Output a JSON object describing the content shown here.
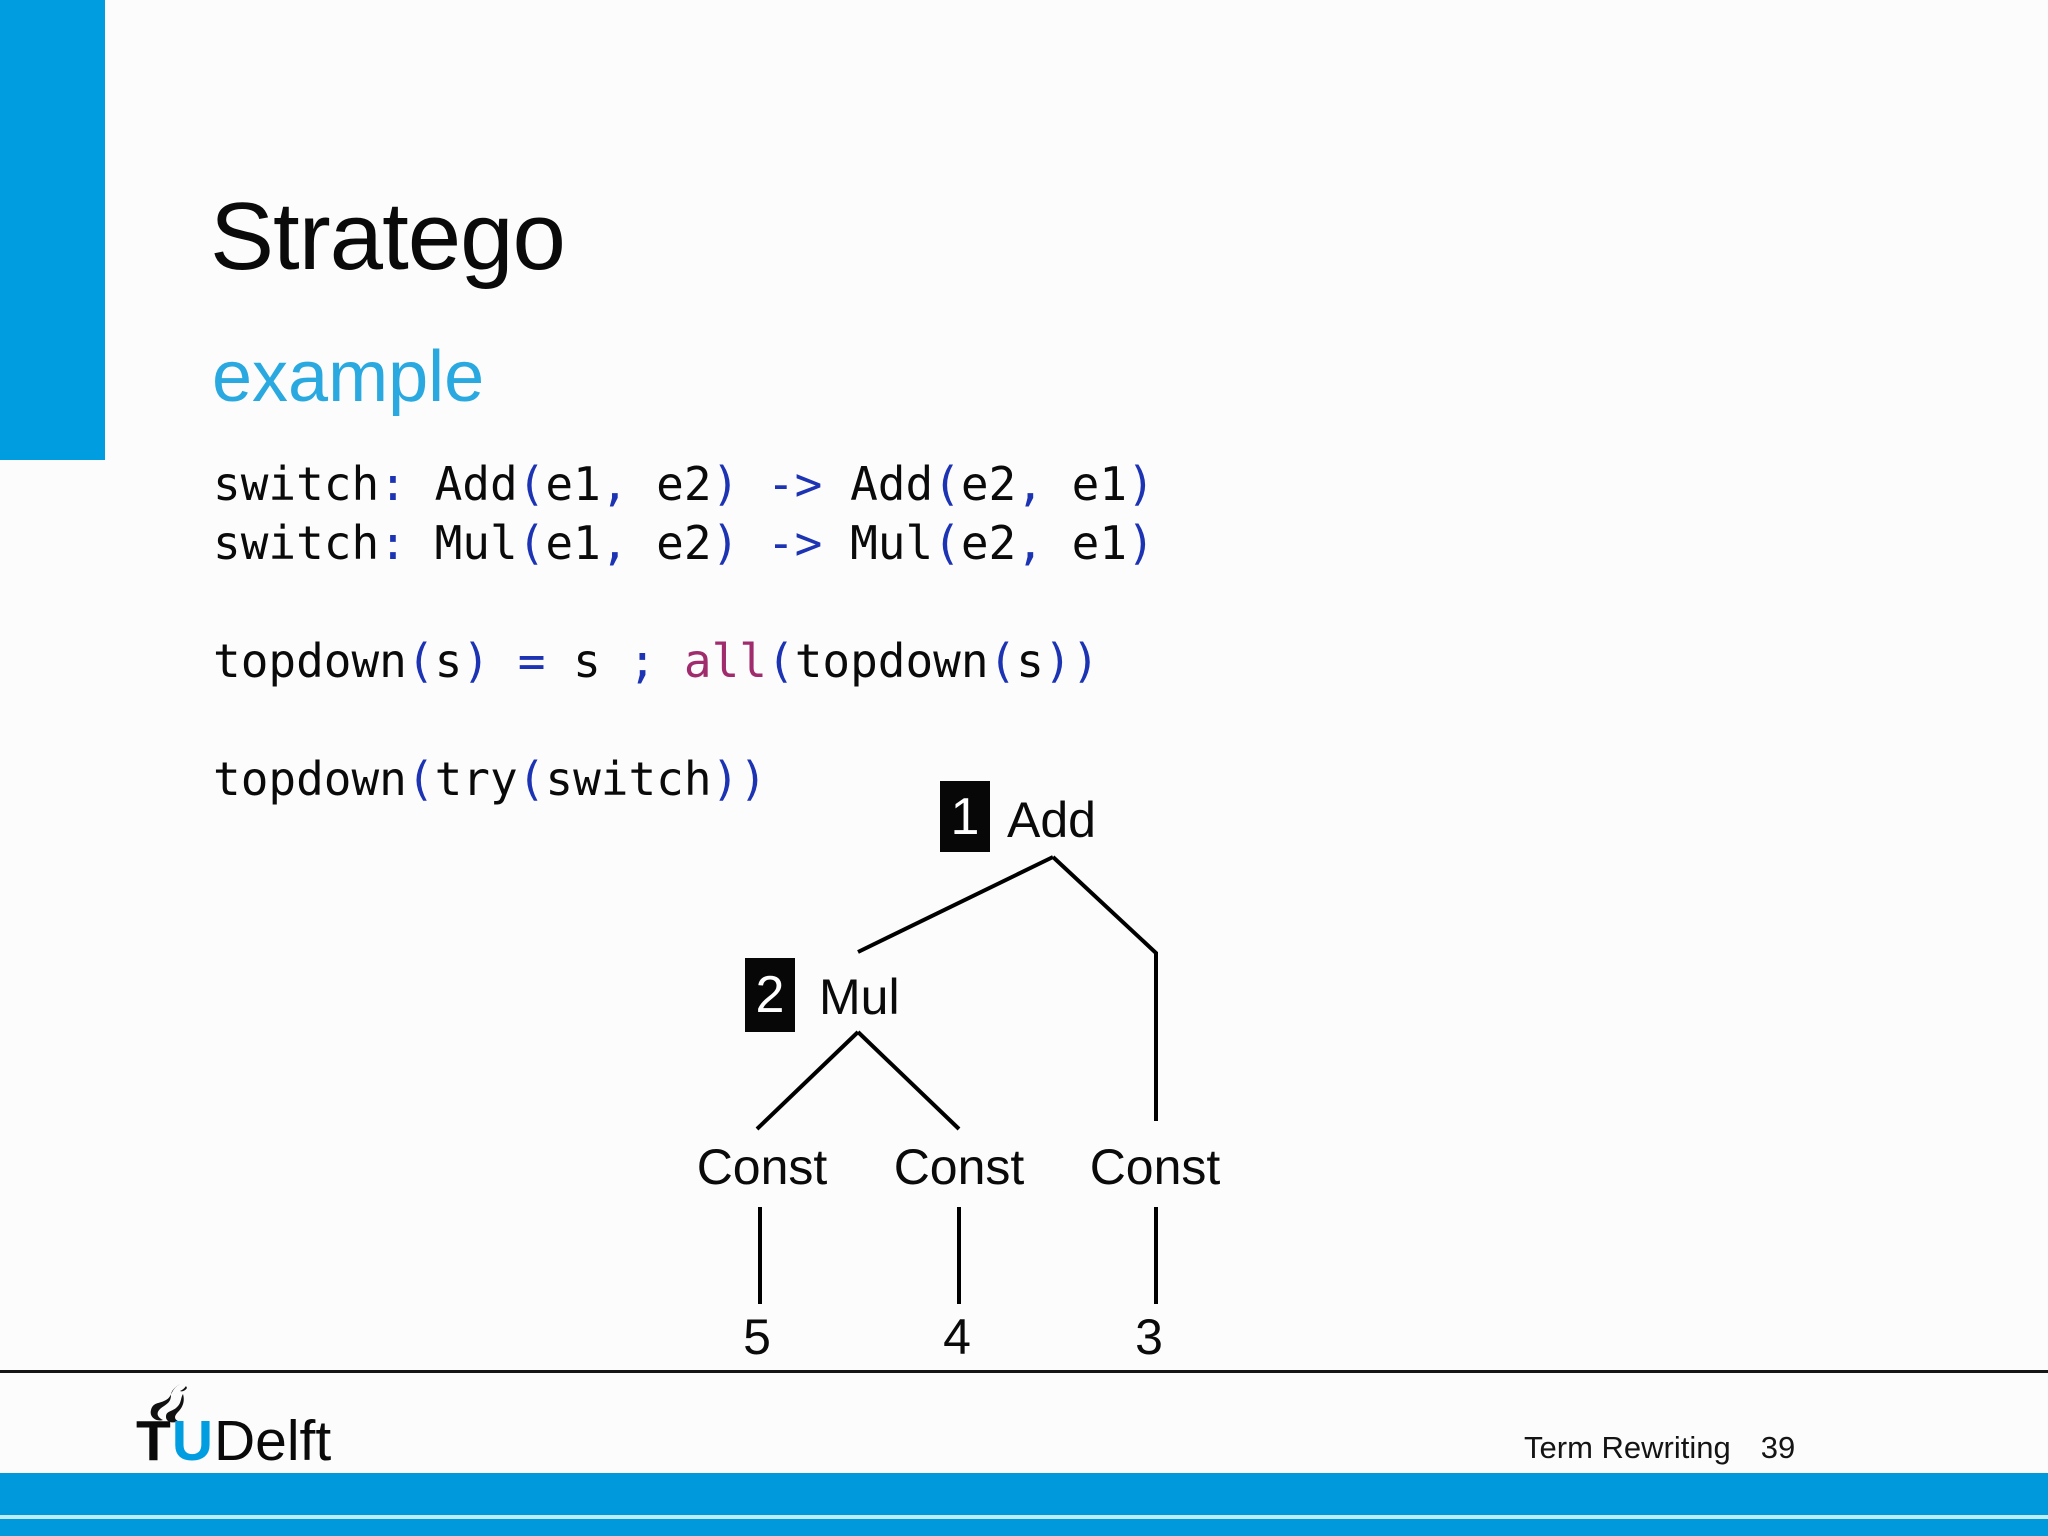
{
  "slide": {
    "title": "Stratego",
    "subtitle": "example"
  },
  "colors": {
    "accent_blue": "#009de1",
    "subtitle_blue": "#2aa9e1",
    "code_punct": "#1c33b3",
    "code_keyword": "#a02c6e",
    "footer_band_blue": "#0099dc",
    "footer_band_line": "#bdeef7"
  },
  "code": {
    "lines": [
      {
        "tokens": [
          {
            "t": "switch",
            "c": "plain"
          },
          {
            "t": ":",
            "c": "punct"
          },
          {
            "t": " ",
            "c": "plain"
          },
          {
            "t": "Add",
            "c": "plain"
          },
          {
            "t": "(",
            "c": "punct"
          },
          {
            "t": "e1",
            "c": "plain"
          },
          {
            "t": ",",
            "c": "punct"
          },
          {
            "t": " ",
            "c": "plain"
          },
          {
            "t": "e2",
            "c": "plain"
          },
          {
            "t": ")",
            "c": "punct"
          },
          {
            "t": " ",
            "c": "plain"
          },
          {
            "t": "->",
            "c": "punct"
          },
          {
            "t": " ",
            "c": "plain"
          },
          {
            "t": "Add",
            "c": "plain"
          },
          {
            "t": "(",
            "c": "punct"
          },
          {
            "t": "e2",
            "c": "plain"
          },
          {
            "t": ",",
            "c": "punct"
          },
          {
            "t": " ",
            "c": "plain"
          },
          {
            "t": "e1",
            "c": "plain"
          },
          {
            "t": ")",
            "c": "punct"
          }
        ]
      },
      {
        "tokens": [
          {
            "t": "switch",
            "c": "plain"
          },
          {
            "t": ":",
            "c": "punct"
          },
          {
            "t": " ",
            "c": "plain"
          },
          {
            "t": "Mul",
            "c": "plain"
          },
          {
            "t": "(",
            "c": "punct"
          },
          {
            "t": "e1",
            "c": "plain"
          },
          {
            "t": ",",
            "c": "punct"
          },
          {
            "t": " ",
            "c": "plain"
          },
          {
            "t": "e2",
            "c": "plain"
          },
          {
            "t": ")",
            "c": "punct"
          },
          {
            "t": " ",
            "c": "plain"
          },
          {
            "t": "->",
            "c": "punct"
          },
          {
            "t": " ",
            "c": "plain"
          },
          {
            "t": "Mul",
            "c": "plain"
          },
          {
            "t": "(",
            "c": "punct"
          },
          {
            "t": "e2",
            "c": "plain"
          },
          {
            "t": ",",
            "c": "punct"
          },
          {
            "t": " ",
            "c": "plain"
          },
          {
            "t": "e1",
            "c": "plain"
          },
          {
            "t": ")",
            "c": "punct"
          }
        ]
      },
      {
        "tokens": []
      },
      {
        "tokens": [
          {
            "t": "topdown",
            "c": "plain"
          },
          {
            "t": "(",
            "c": "punct"
          },
          {
            "t": "s",
            "c": "plain"
          },
          {
            "t": ")",
            "c": "punct"
          },
          {
            "t": " ",
            "c": "plain"
          },
          {
            "t": "=",
            "c": "punct"
          },
          {
            "t": " ",
            "c": "plain"
          },
          {
            "t": "s",
            "c": "plain"
          },
          {
            "t": " ",
            "c": "plain"
          },
          {
            "t": ";",
            "c": "punct"
          },
          {
            "t": " ",
            "c": "plain"
          },
          {
            "t": "all",
            "c": "kw"
          },
          {
            "t": "(",
            "c": "punct"
          },
          {
            "t": "topdown",
            "c": "plain"
          },
          {
            "t": "(",
            "c": "punct"
          },
          {
            "t": "s",
            "c": "plain"
          },
          {
            "t": "))",
            "c": "punct"
          }
        ]
      },
      {
        "tokens": []
      },
      {
        "tokens": [
          {
            "t": "topdown",
            "c": "plain"
          },
          {
            "t": "(",
            "c": "punct"
          },
          {
            "t": "try",
            "c": "plain"
          },
          {
            "t": "(",
            "c": "punct"
          },
          {
            "t": "switch",
            "c": "plain"
          },
          {
            "t": "))",
            "c": "punct"
          }
        ]
      }
    ]
  },
  "tree": {
    "root": {
      "badge": "1",
      "label": "Add"
    },
    "inner": {
      "badge": "2",
      "label": "Mul"
    },
    "leaves": [
      {
        "label": "Const",
        "value": "5"
      },
      {
        "label": "Const",
        "value": "4"
      },
      {
        "label": "Const",
        "value": "3"
      }
    ]
  },
  "footer": {
    "logo_t": "T",
    "logo_u": "U",
    "logo_delft": "Delft",
    "course": "Term Rewriting",
    "page_number": "39"
  }
}
